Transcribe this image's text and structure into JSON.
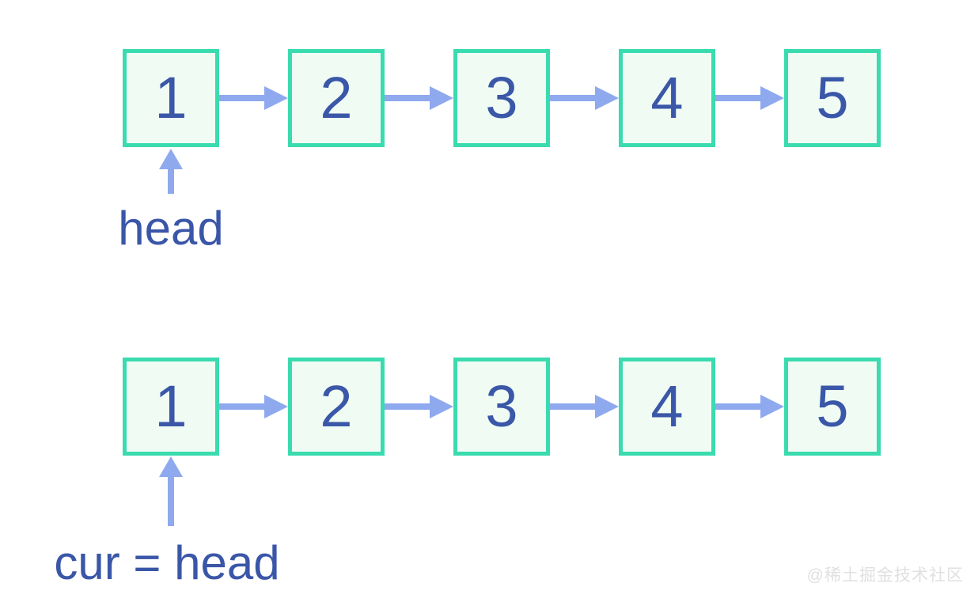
{
  "colors": {
    "box_border": "#3ADBAE",
    "box_fill": "#F0FBF4",
    "number_text": "#3A57A8",
    "arrow": "#8FA9EF",
    "label_text": "#3A56A8",
    "watermark": "#E0E0E0"
  },
  "diagrams": [
    {
      "pointer_label": "head",
      "nodes": [
        "1",
        "2",
        "3",
        "4",
        "5"
      ]
    },
    {
      "pointer_label": "cur = head",
      "nodes": [
        "1",
        "2",
        "3",
        "4",
        "5"
      ]
    }
  ],
  "watermark": "@稀土掘金技术社区"
}
